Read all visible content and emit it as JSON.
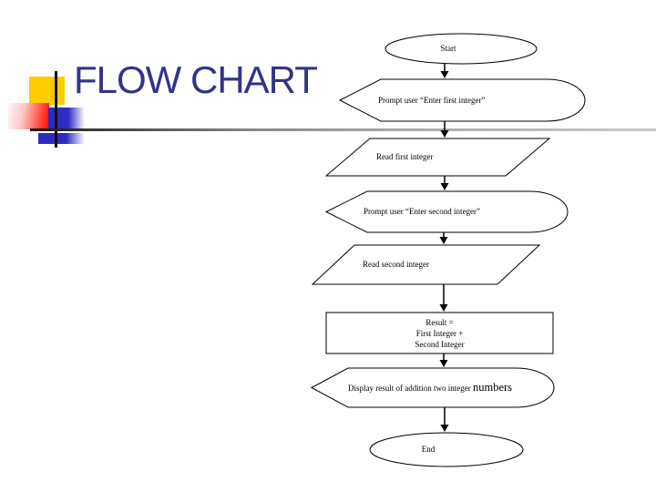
{
  "slide": {
    "title": "FLOW CHART",
    "colors": {
      "background": "#FFFFFF",
      "title_text": "#333388",
      "accent_yellow": "#FFCC00",
      "accent_red": "#EE1100",
      "accent_blue": "#2D2DC4",
      "rule_dark": "#111111",
      "rule_light": "#C9C9C9",
      "shape_border": "#000000",
      "shape_fill": "#FFFFFF"
    }
  },
  "flowchart": {
    "nodes": [
      {
        "id": "start",
        "type": "terminator-oval",
        "label": "Start"
      },
      {
        "id": "prompt1",
        "type": "display-shape",
        "label": "Prompt user “Enter first integer”"
      },
      {
        "id": "read1",
        "type": "data-parallelogram",
        "label": "Read first integer"
      },
      {
        "id": "prompt2",
        "type": "display-shape",
        "label": "Prompt user “Enter second integer”"
      },
      {
        "id": "read2",
        "type": "data-parallelogram",
        "label": "Read second integer"
      },
      {
        "id": "result",
        "type": "process-rectangle",
        "lines": [
          "Result =",
          "First Integer +",
          "Second Integer"
        ]
      },
      {
        "id": "display",
        "type": "display-shape",
        "label": "Display result of addition two integer ",
        "label_emphasis": "numbers"
      },
      {
        "id": "end",
        "type": "terminator-oval",
        "label": "End"
      }
    ],
    "edges": [
      {
        "from": "start",
        "to": "prompt1"
      },
      {
        "from": "prompt1",
        "to": "read1"
      },
      {
        "from": "read1",
        "to": "prompt2"
      },
      {
        "from": "prompt2",
        "to": "read2"
      },
      {
        "from": "read2",
        "to": "result"
      },
      {
        "from": "result",
        "to": "display"
      },
      {
        "from": "display",
        "to": "end"
      }
    ]
  }
}
